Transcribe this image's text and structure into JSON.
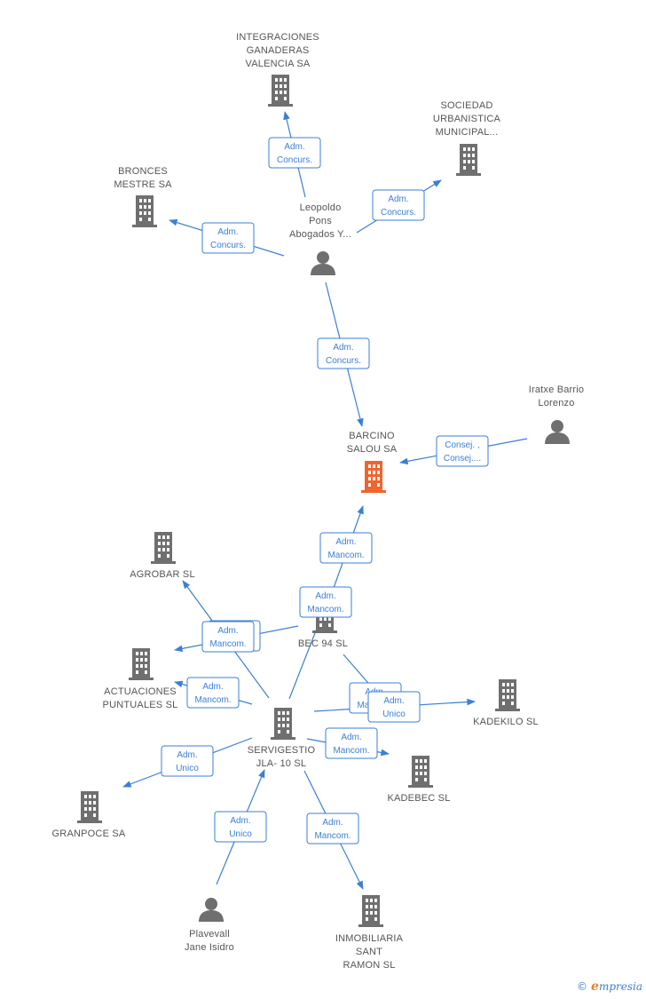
{
  "colors": {
    "edge": "#3a7fd5",
    "node_gray": "#6f6f6f",
    "node_highlight": "#f0642d",
    "label": "#555555"
  },
  "nodes": [
    {
      "id": "integraciones",
      "type": "company",
      "lines": [
        "INTEGRACIONES",
        "GANADERAS",
        "VALENCIA SA"
      ]
    },
    {
      "id": "sociedad",
      "type": "company",
      "lines": [
        "SOCIEDAD",
        "URBANISTICA",
        "MUNICIPAL..."
      ]
    },
    {
      "id": "bronces",
      "type": "company",
      "lines": [
        "BRONCES",
        "MESTRE SA"
      ]
    },
    {
      "id": "leopoldo",
      "type": "person",
      "lines": [
        "Leopoldo",
        "Pons",
        "Abogados Y..."
      ]
    },
    {
      "id": "iratxe",
      "type": "person",
      "lines": [
        "Iratxe Barrio",
        "Lorenzo"
      ]
    },
    {
      "id": "barcino",
      "type": "company",
      "highlight": true,
      "lines": [
        "BARCINO",
        "SALOU SA"
      ]
    },
    {
      "id": "agrobar",
      "type": "company",
      "lines": [
        "AGROBAR SL"
      ]
    },
    {
      "id": "bec94",
      "type": "company",
      "lines": [
        "BEC 94  SL"
      ]
    },
    {
      "id": "actuaciones",
      "type": "company",
      "lines": [
        "ACTUACIONES",
        "PUNTUALES SL"
      ]
    },
    {
      "id": "kadekilo",
      "type": "company",
      "lines": [
        "KADEKILO SL"
      ]
    },
    {
      "id": "servigestio",
      "type": "company",
      "lines": [
        "SERVIGESTIO",
        "JLA- 10 SL"
      ]
    },
    {
      "id": "kadebec",
      "type": "company",
      "lines": [
        "KADEBEC SL"
      ]
    },
    {
      "id": "granpoce",
      "type": "company",
      "lines": [
        "GRANPOCE SA"
      ]
    },
    {
      "id": "plavevall",
      "type": "person",
      "lines": [
        "Plavevall",
        "Jane Isidro"
      ]
    },
    {
      "id": "inmobiliaria",
      "type": "company",
      "lines": [
        "INMOBILIARIA",
        "SANT",
        "RAMON SL"
      ]
    }
  ],
  "edges": [
    {
      "id": "e1",
      "from": "leopoldo",
      "to": "integraciones",
      "lines": [
        "Adm.",
        "Concurs."
      ]
    },
    {
      "id": "e2",
      "from": "leopoldo",
      "to": "sociedad",
      "lines": [
        "Adm.",
        "Concurs."
      ]
    },
    {
      "id": "e3",
      "from": "leopoldo",
      "to": "bronces",
      "lines": [
        "Adm.",
        "Concurs."
      ]
    },
    {
      "id": "e4",
      "from": "leopoldo",
      "to": "barcino",
      "lines": [
        "Adm.",
        "Concurs."
      ]
    },
    {
      "id": "e5",
      "from": "iratxe",
      "to": "barcino",
      "lines": [
        "Consej. ,",
        "Consej...."
      ]
    },
    {
      "id": "e6",
      "from": "bec94",
      "to": "barcino",
      "lines": [
        "Adm.",
        "Mancom."
      ]
    },
    {
      "id": "e7",
      "from": "servigestio",
      "to": "barcino",
      "lines": [
        "Adm.",
        "Mancom."
      ]
    },
    {
      "id": "e8",
      "from": "bec94",
      "to": "agrobar",
      "lines": [
        "Adm.",
        "Mancom."
      ]
    },
    {
      "id": "e9",
      "from": "servigestio",
      "to": "agrobar",
      "lines": [
        "Adm.",
        "Mancom."
      ]
    },
    {
      "id": "e10",
      "from": "servigestio",
      "to": "actuaciones",
      "lines": [
        "Adm.",
        "Mancom."
      ]
    },
    {
      "id": "e11",
      "from": "bec94",
      "to": "kadebec",
      "lines": [
        "Adm.",
        "Mancom."
      ]
    },
    {
      "id": "e12",
      "from": "servigestio",
      "to": "kadekilo",
      "lines": [
        "Adm.",
        "Unico"
      ]
    },
    {
      "id": "e13",
      "from": "servigestio",
      "to": "kadebec",
      "lines": [
        "Adm.",
        "Mancom."
      ]
    },
    {
      "id": "e14",
      "from": "servigestio",
      "to": "granpoce",
      "lines": [
        "Adm.",
        "Unico"
      ]
    },
    {
      "id": "e15",
      "from": "plavevall",
      "to": "servigestio",
      "lines": [
        "Adm.",
        "Unico"
      ]
    },
    {
      "id": "e16",
      "from": "servigestio",
      "to": "inmobiliaria",
      "lines": [
        "Adm.",
        "Mancom."
      ]
    }
  ],
  "brand": {
    "copyright": "©",
    "first_letter": "e",
    "rest": "mpresia"
  }
}
